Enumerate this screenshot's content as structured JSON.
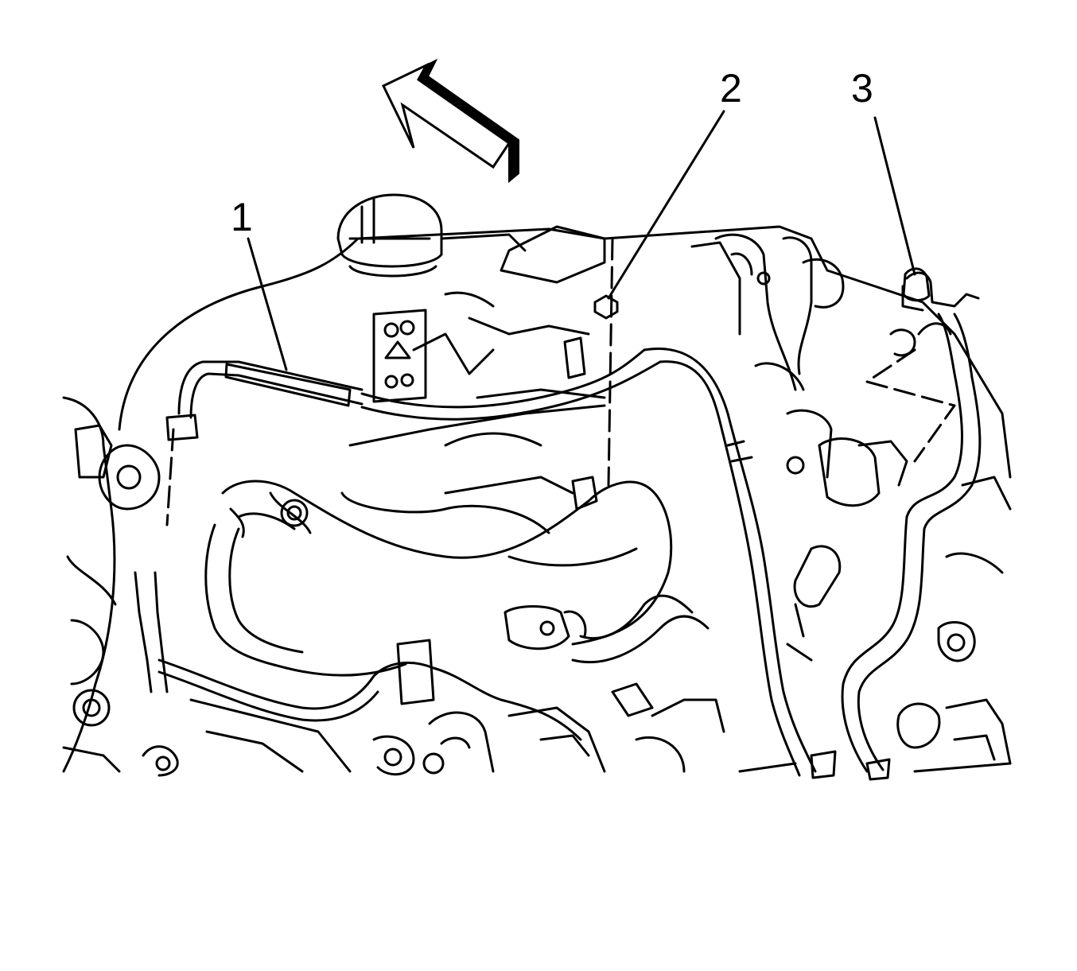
{
  "diagram": {
    "callouts": [
      {
        "id": "1",
        "label": "1"
      },
      {
        "id": "2",
        "label": "2"
      },
      {
        "id": "3",
        "label": "3"
      }
    ],
    "direction_arrow_icon": "arrow-icon",
    "colors": {
      "line": "#000000",
      "background": "#ffffff"
    }
  }
}
